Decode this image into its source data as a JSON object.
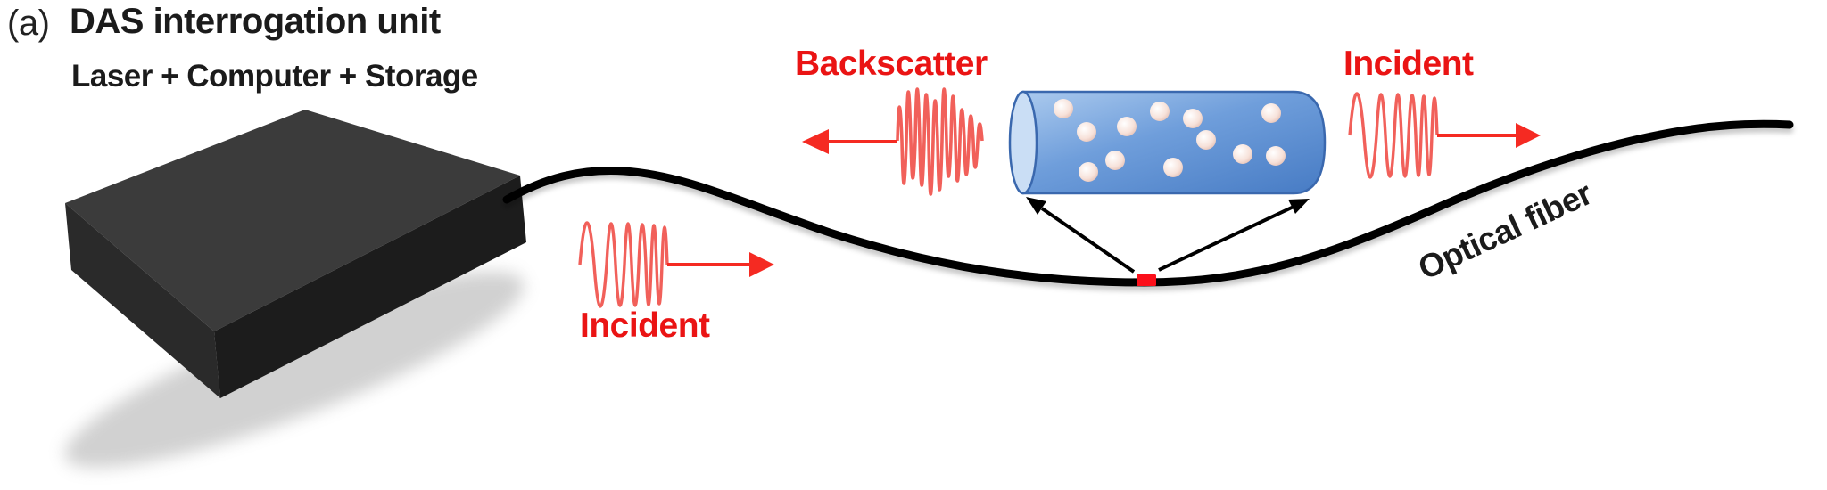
{
  "figure": {
    "panel_label": "(a)",
    "title": "DAS interrogation unit",
    "device_label": "Laser + Computer + Storage",
    "incident_left_label": "Incident",
    "backscatter_label": "Backscatter",
    "incident_right_label": "Incident",
    "optical_fiber_label": "Optical fiber",
    "scatterer_count": 12,
    "colors": {
      "label_red": "#ea1414",
      "arrow_red": "#f52a22",
      "wave_red": "#ef4f48",
      "fiber_black": "#000000",
      "marker_red": "#fb0f1a",
      "cylinder_blue": "#6f9edb",
      "cylinder_cap_blue": "#cadef5",
      "cylinder_outline_blue": "#3a68ae",
      "box_top_gray": "#3b3b3b",
      "box_left_gray": "#2a2a2a",
      "box_right_gray": "#1c1c1c"
    }
  }
}
